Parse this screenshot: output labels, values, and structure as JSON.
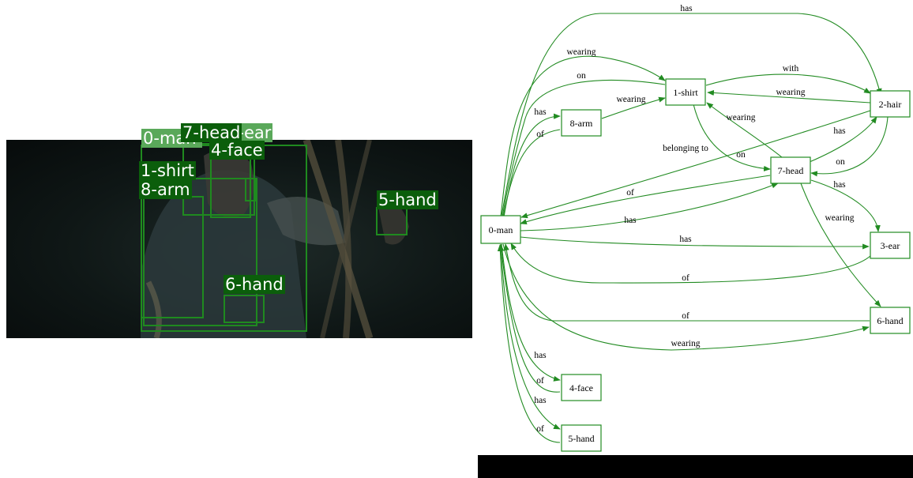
{
  "detections": [
    {
      "label": "0-man"
    },
    {
      "label": "1-shirt"
    },
    {
      "label": "8-arm"
    },
    {
      "label": "7-head"
    },
    {
      "label": "3-ear"
    },
    {
      "label": "4-face"
    },
    {
      "label": "5-hand"
    },
    {
      "label": "6-hand"
    }
  ],
  "graph": {
    "nodes": [
      {
        "id": "0-man"
      },
      {
        "id": "1-shirt"
      },
      {
        "id": "2-hair"
      },
      {
        "id": "3-ear"
      },
      {
        "id": "4-face"
      },
      {
        "id": "5-hand"
      },
      {
        "id": "6-hand"
      },
      {
        "id": "7-head"
      },
      {
        "id": "8-arm"
      }
    ],
    "edges": [
      {
        "label": "has"
      },
      {
        "label": "wearing"
      },
      {
        "label": "on"
      },
      {
        "label": "with"
      },
      {
        "label": "wearing"
      },
      {
        "label": "has"
      },
      {
        "label": "of"
      },
      {
        "label": "wearing"
      },
      {
        "label": "wearing"
      },
      {
        "label": "belonging to"
      },
      {
        "label": "on"
      },
      {
        "label": "has"
      },
      {
        "label": "on"
      },
      {
        "label": "of"
      },
      {
        "label": "has"
      },
      {
        "label": "has"
      },
      {
        "label": "wearing"
      },
      {
        "label": "has"
      },
      {
        "label": "of"
      },
      {
        "label": "of"
      },
      {
        "label": "wearing"
      },
      {
        "label": "has"
      },
      {
        "label": "of"
      },
      {
        "label": "has"
      },
      {
        "label": "of"
      }
    ]
  },
  "colors": {
    "edge": "#228b22",
    "box": "#1f8a1f",
    "label_bg": "#0b5e0b",
    "label_bg_light": "#5aa85a"
  }
}
